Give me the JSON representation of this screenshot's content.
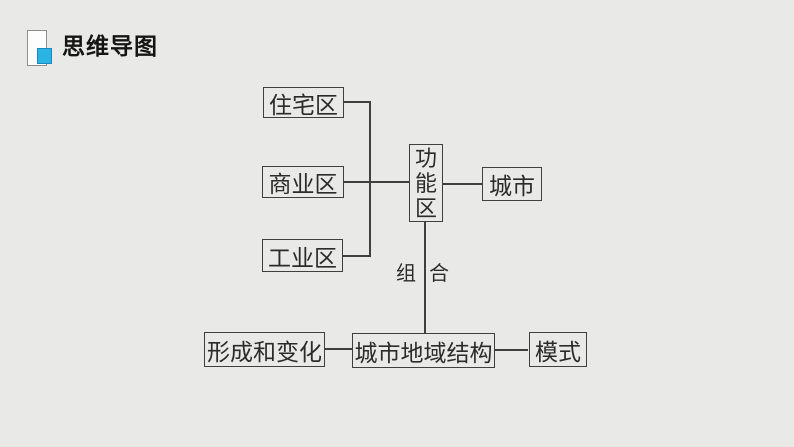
{
  "header": {
    "title": "思维导图",
    "icon": "mindmap-page-icon"
  },
  "colors": {
    "background": "#e9e9e8",
    "line": "#3f3f3f",
    "node_border": "#3f3f3f",
    "node_text": "#2b2b2b",
    "title_text": "#151515",
    "icon_square_fill": "#29b4e4",
    "icon_square_border": "#1e86c2",
    "icon_rect_fill": "#fdfdfd",
    "icon_rect_border": "#8f8f8f"
  },
  "diagram": {
    "nodes": {
      "residential": {
        "label": "住宅区"
      },
      "commercial": {
        "label": "商业区"
      },
      "industrial": {
        "label": "工业区"
      },
      "functional": {
        "label": "功能区",
        "orientation": "vertical"
      },
      "city": {
        "label": "城市"
      },
      "formation": {
        "label": "形成和变化"
      },
      "structure": {
        "label": "城市地域结构"
      },
      "model": {
        "label": "模式"
      }
    },
    "edge_label": {
      "left": "组",
      "right": "合"
    },
    "edges": [
      "住宅区 — 功能区",
      "商业区 — 功能区",
      "工业区 — 功能区",
      "功能区 — 城市",
      "功能区 —(组合)— 城市地域结构",
      "形成和变化 — 城市地域结构",
      "城市地域结构 — 模式"
    ]
  }
}
